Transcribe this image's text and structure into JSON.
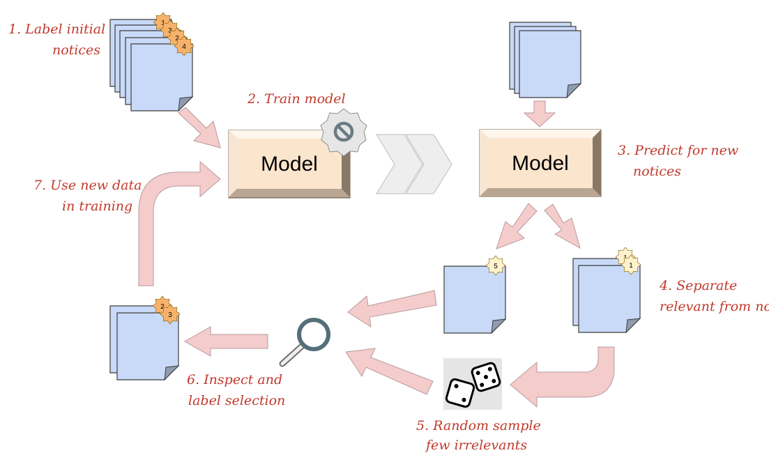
{
  "model_box": {
    "label": "Model"
  },
  "steps": [
    {
      "lines": [
        "1. Label initial",
        "notices"
      ]
    },
    {
      "lines": [
        "2. Train model"
      ]
    },
    {
      "lines": [
        "3. Predict for new",
        "notices"
      ]
    },
    {
      "lines": [
        "4. Separate",
        "relevant from not"
      ]
    },
    {
      "lines": [
        "5. Random sample",
        "few irrelevants"
      ]
    },
    {
      "lines": [
        "6. Inspect and",
        "label selection"
      ]
    },
    {
      "lines": [
        "7. Use new data",
        "in training"
      ]
    }
  ],
  "badges": {
    "initial": [
      "1",
      "3",
      "2",
      "4"
    ],
    "irrelevant": [
      "5"
    ],
    "relevant": [
      "1",
      "1"
    ],
    "selection": [
      "2",
      "3"
    ]
  },
  "colors": {
    "document_fill": "#c9daf8",
    "document_stroke": "#3c3c3c",
    "arrow_fill": "#f4cccc",
    "arrow_stroke": "#b9999b",
    "step_text": "#c0392b",
    "model_fill": "#fce5cd",
    "badge_orange": "#f6b26b",
    "badge_cream": "#fff2cc",
    "chevron_fill": "#eeeeee"
  },
  "icons": [
    "gear-icon",
    "prohibited-icon",
    "magnifier-icon",
    "dice-icon"
  ]
}
